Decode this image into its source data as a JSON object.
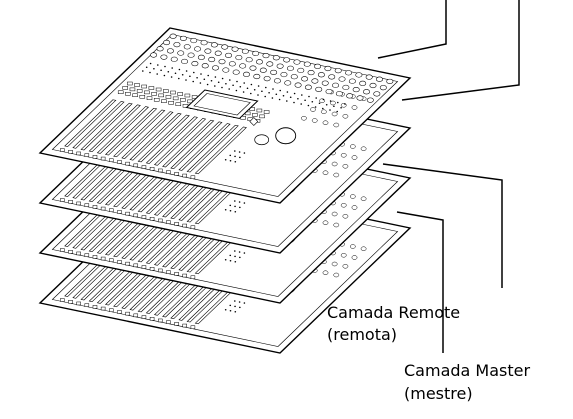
{
  "labels": {
    "remote_line1": "Camada Remote",
    "remote_line2": "(remota)",
    "master_line1": "Camada Master",
    "master_line2": "(mestre)"
  },
  "layers": [
    {
      "name": "layer-top"
    },
    {
      "name": "layer-2"
    },
    {
      "name": "layer-remote"
    },
    {
      "name": "layer-master"
    }
  ],
  "colors": {
    "stroke": "#000000",
    "fill": "#ffffff"
  }
}
